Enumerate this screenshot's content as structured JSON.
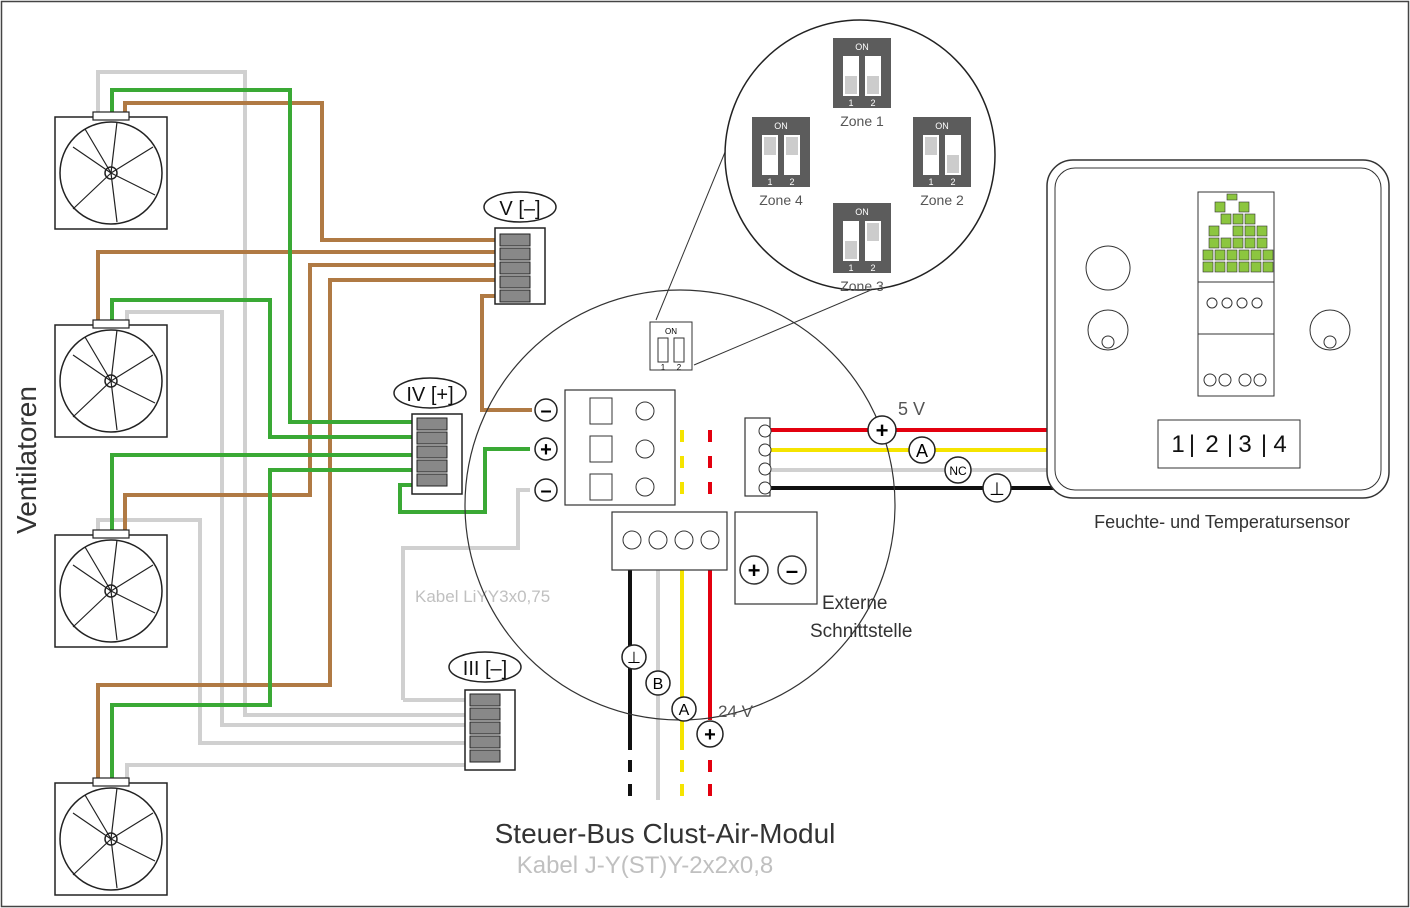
{
  "colors": {
    "brown": "#b07a44",
    "green": "#3aa935",
    "grey": "#d0d0d0",
    "red": "#e3000f",
    "yellow": "#f5e400",
    "black": "#111111",
    "dip_body": "#5c5c5c",
    "sensor_grid": "#8cc63f"
  },
  "labels": {
    "fans_title": "Ventilatoren",
    "connector_v": "V [–]",
    "connector_iv": "IV [+]",
    "connector_iii": "III [–]",
    "cable_fans": "Kabel LiYY3x0,75",
    "bus_title": "Steuer-Bus Clust-Air-Modul",
    "bus_cable": "Kabel J-Y(ST)Y-2x2x0,8",
    "external_1": "Externe",
    "external_2": "Schnittstelle",
    "sensor_title": "Feuchte- und Temperatursensor",
    "v5": "5 V",
    "v24": "24 V",
    "sym_plus": "+",
    "sym_minus": "–",
    "sym_a": "A",
    "sym_b": "B",
    "sym_nc": "NC",
    "sym_gnd": "⊥"
  },
  "sensor_terminals": [
    "1",
    "2",
    "3",
    "4"
  ],
  "dip": {
    "on_label": "ON",
    "pin1": "1",
    "pin2": "2",
    "zones": [
      {
        "name": "Zone 1"
      },
      {
        "name": "Zone 4"
      },
      {
        "name": "Zone 2"
      },
      {
        "name": "Zone 3"
      }
    ]
  }
}
